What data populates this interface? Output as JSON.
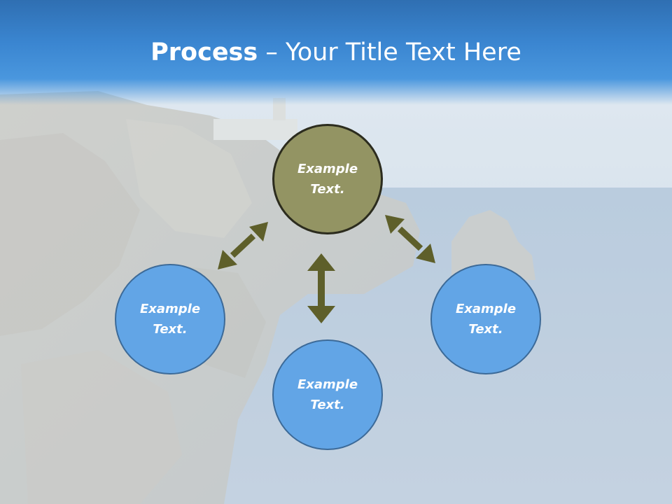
{
  "slide": {
    "title_bold": "Process",
    "title_rest": " – Your Title Text Here"
  },
  "diagram": {
    "center": {
      "label": "Example Text."
    },
    "left": {
      "label": "Example Text."
    },
    "bottom": {
      "label": "Example Text."
    },
    "right": {
      "label": "Example Text."
    }
  },
  "colors": {
    "header": "#3a85d0",
    "node_blue": "#62a5e6",
    "node_center": "#939463",
    "arrow": "#5e5f2a"
  }
}
